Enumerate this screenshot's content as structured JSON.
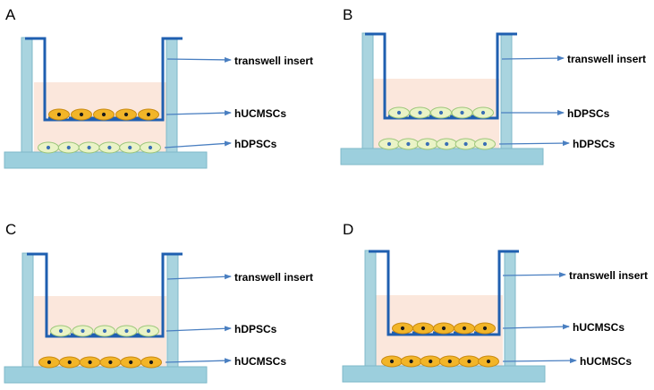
{
  "colors": {
    "wall_fill": "#a9d4df",
    "wall_stroke": "#7fb9c9",
    "base_fill": "#9ccfdd",
    "medium_fill": "#fbe7dc",
    "insert_stroke": "#1f5fb0",
    "arrow_stroke": "#4a7fc1",
    "hdpsc_fill": "#eaf3c6",
    "hdpsc_stroke": "#9cc67a",
    "hdpsc_nucleus": "#3a6fb5",
    "hucmsc_fill": "#f2b528",
    "hucmsc_stroke": "#c98a12",
    "hucmsc_nucleus": "#1b1b1b",
    "text": "#000000"
  },
  "panels": [
    {
      "letter": "A",
      "insert_cells": "hUCMSC",
      "bottom_cells": "hDPSC",
      "labels": {
        "insert": "transwell insert",
        "upper": "hUCMSCs",
        "lower": "hDPSCs"
      }
    },
    {
      "letter": "B",
      "insert_cells": "hDPSC",
      "bottom_cells": "hDPSC",
      "labels": {
        "insert": "transwell insert",
        "upper": "hDPSCs",
        "lower": "hDPSCs"
      }
    },
    {
      "letter": "C",
      "insert_cells": "hDPSC",
      "bottom_cells": "hUCMSC",
      "labels": {
        "insert": "transwell insert",
        "upper": "hDPSCs",
        "lower": "hUCMSCs"
      }
    },
    {
      "letter": "D",
      "insert_cells": "hUCMSC",
      "bottom_cells": "hUCMSC",
      "labels": {
        "insert": "transwell insert",
        "upper": "hUCMSCs",
        "lower": "hUCMSCs"
      }
    }
  ]
}
